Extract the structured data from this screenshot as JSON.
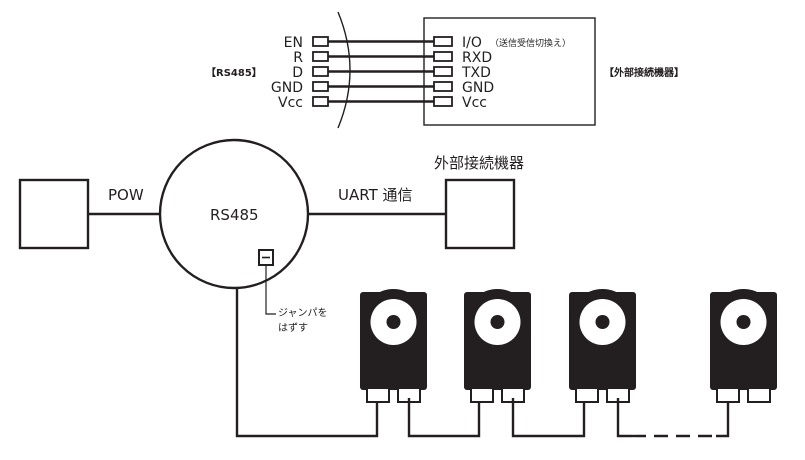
{
  "top_diagram": {
    "left_pins": [
      "EN",
      "R",
      "D",
      "GND",
      "Vcc"
    ],
    "right_pins": [
      "I/O",
      "RXD",
      "TXD",
      "GND",
      "Vcc"
    ],
    "io_note": "（送信受信切換え）",
    "left_label": "【RS485】",
    "right_label": "【外部接続機器】"
  },
  "bottom_diagram": {
    "pow_label": "POW",
    "hub_label": "RS485",
    "uart_label": "UART 通信",
    "device_label": "外部接続機器",
    "jumper_note_line1": "ジャンパを",
    "jumper_note_line2": "はずす"
  },
  "colors": {
    "ink": "#231f20",
    "paper": "#ffffff"
  }
}
